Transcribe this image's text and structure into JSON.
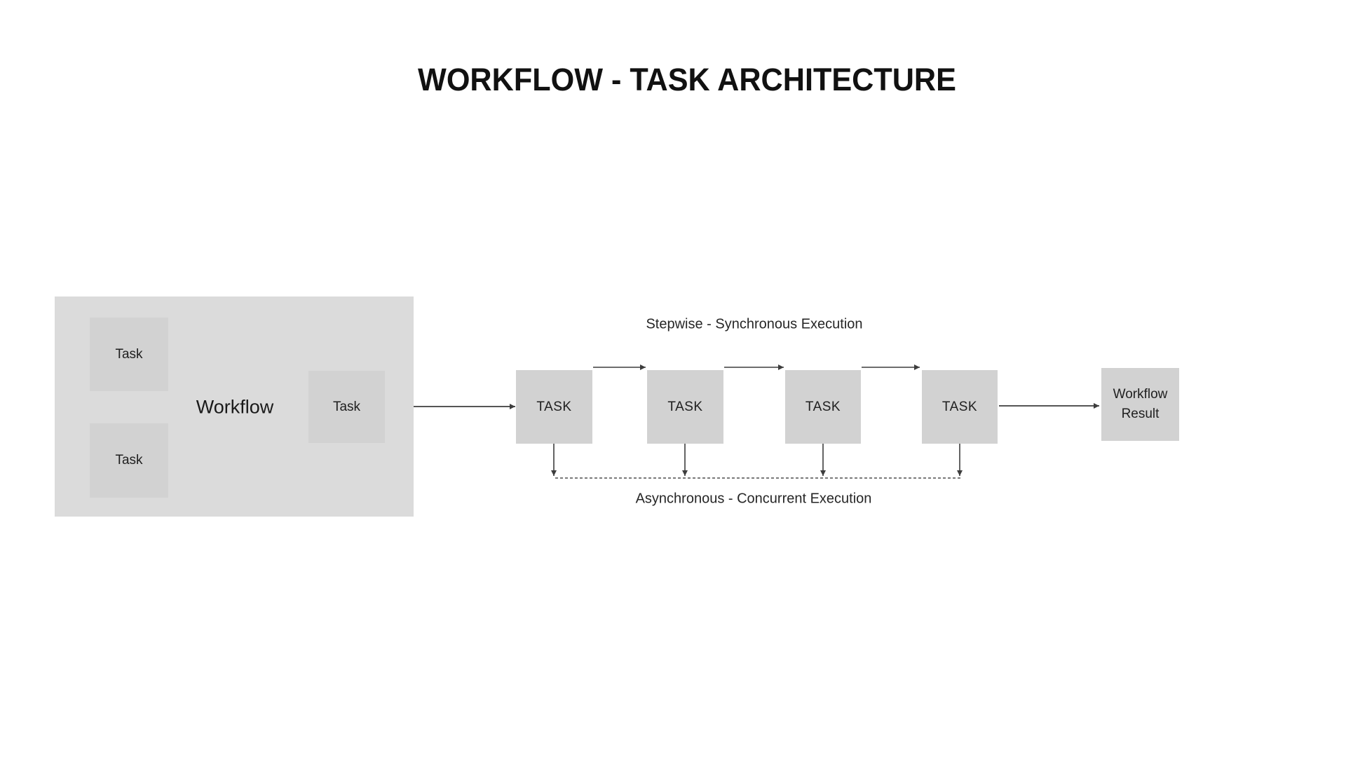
{
  "title": "WORKFLOW - TASK ARCHITECTURE",
  "workflow_container": {
    "label": "Workflow",
    "tasks": [
      {
        "label": "Task"
      },
      {
        "label": "Task"
      },
      {
        "label": "Task"
      }
    ]
  },
  "pipeline": {
    "top_label": "Stepwise - Synchronous Execution",
    "bottom_label": "Asynchronous - Concurrent Execution",
    "tasks": [
      {
        "label": "TASK"
      },
      {
        "label": "TASK"
      },
      {
        "label": "TASK"
      },
      {
        "label": "TASK"
      }
    ],
    "result": {
      "label": "Workflow Result"
    }
  },
  "colors": {
    "canvas_background": "#ffffff",
    "container_fill": "#dbdbdb",
    "box_fill": "#d2d2d2",
    "text": "#1f1f1f",
    "arrow": "#3d3d3d"
  }
}
